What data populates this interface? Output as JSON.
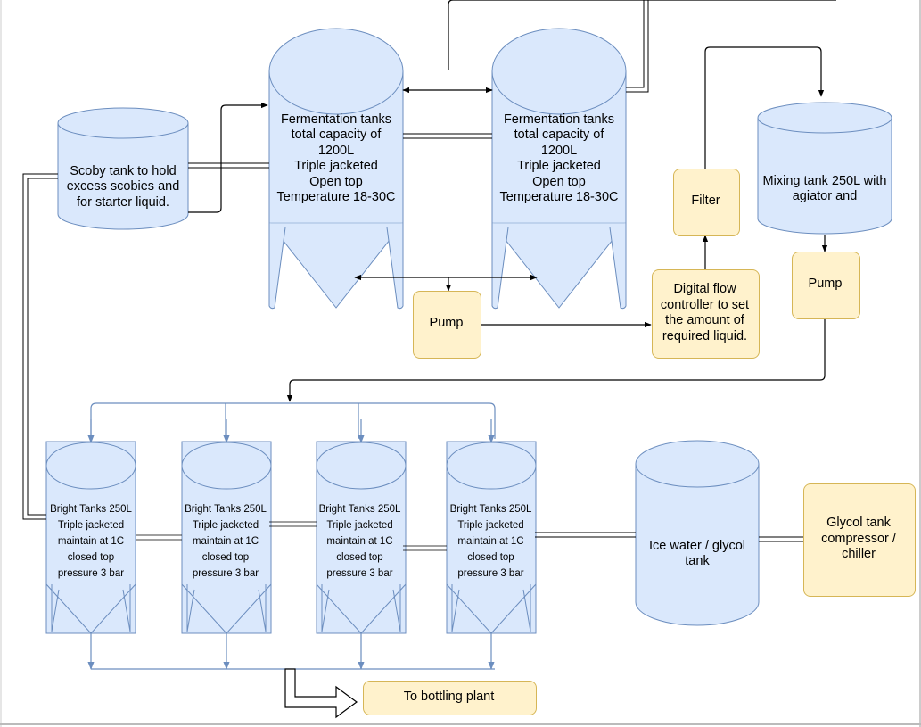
{
  "colors": {
    "tank_fill": "#dae8fc",
    "tank_stroke": "#6c8ebf",
    "box_fill": "#fff2cc",
    "box_stroke": "#d6b656",
    "line": "#000000"
  },
  "scoby_tank": {
    "label": "Scoby tank to hold\nexcess scobies and\nfor starter liquid."
  },
  "fermentation_tanks": [
    {
      "label": "Fermentation tanks\ntotal capacity of\n1200L\nTriple jacketed\nOpen top\nTemperature 18-30C"
    },
    {
      "label": "Fermentation tanks\ntotal capacity of\n1200L\nTriple jacketed\nOpen top\nTemperature 18-30C"
    }
  ],
  "pumps": [
    {
      "label": "Pump"
    },
    {
      "label": "Pump"
    }
  ],
  "filter": {
    "label": "Filter"
  },
  "flow_controller": {
    "label": "Digital flow\ncontroller to set\nthe amount of\nrequired liquid."
  },
  "mixing_tank": {
    "label": "Mixing tank 250L with\nagiator and"
  },
  "bright_tanks": [
    {
      "label": "Bright Tanks 250L\nTriple jacketed\nmaintain at 1C\nclosed top\npressure 3 bar"
    },
    {
      "label": "Bright Tanks 250L\nTriple jacketed\nmaintain at 1C\nclosed top\npressure 3 bar"
    },
    {
      "label": "Bright Tanks 250L\nTriple jacketed\nmaintain at 1C\nclosed top\npressure 3 bar"
    },
    {
      "label": "Bright Tanks 250L\nTriple jacketed\nmaintain at 1C\nclosed top\npressure 3 bar"
    }
  ],
  "ice_water_tank": {
    "label": "Ice water / glycol\ntank"
  },
  "glycol_chiller": {
    "label": "Glycol tank\ncompressor /\nchiller"
  },
  "bottling": {
    "label": "To bottling plant"
  }
}
